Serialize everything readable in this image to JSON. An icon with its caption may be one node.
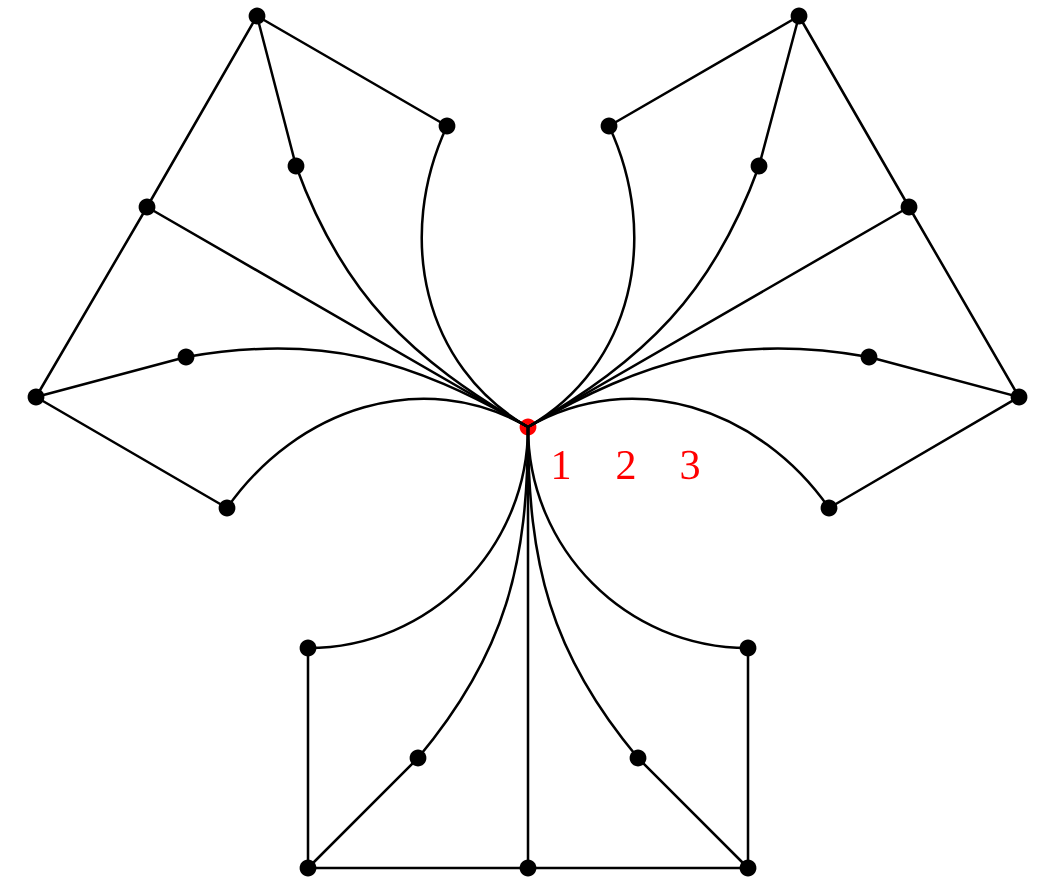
{
  "diagram": {
    "nodes": [
      {
        "text": [],
        "shape": "circle",
        "beside": [
          "1",
          "2",
          "3"
        ]
      },
      {
        "text": [],
        "shape": "circle"
      },
      {
        "text": [],
        "shape": "circle"
      },
      {
        "text": [],
        "shape": "circle"
      },
      {
        "text": [],
        "shape": "circle"
      },
      {
        "text": [],
        "shape": "circle"
      },
      {
        "text": [],
        "shape": "circle"
      },
      {
        "text": [],
        "shape": "circle"
      },
      {
        "text": [],
        "shape": "circle"
      },
      {
        "text": [],
        "shape": "circle"
      },
      {
        "text": [],
        "shape": "circle"
      },
      {
        "text": [],
        "shape": "circle"
      },
      {
        "text": [],
        "shape": "circle"
      },
      {
        "text": [],
        "shape": "circle"
      },
      {
        "text": [],
        "shape": "circle"
      },
      {
        "text": [],
        "shape": "circle"
      },
      {
        "text": [],
        "shape": "circle"
      },
      {
        "text": [],
        "shape": "circle"
      },
      {
        "text": [],
        "shape": "circle"
      },
      {
        "text": [],
        "shape": "circle"
      },
      {
        "text": [],
        "shape": "circle"
      },
      {
        "text": [],
        "shape": "circle"
      }
    ],
    "edges": [
      {
        "from": 1,
        "to": 2,
        "arrow": "none"
      },
      {
        "from": 1,
        "to": 3,
        "arrow": "none"
      },
      {
        "from": 1,
        "to": 4,
        "arrow": "none"
      },
      {
        "from": 4,
        "to": 6,
        "arrow": "none"
      },
      {
        "from": 6,
        "to": 5,
        "arrow": "none"
      },
      {
        "from": 6,
        "to": 7,
        "arrow": "none"
      },
      {
        "from": 0,
        "to": 2,
        "arrow": "none"
      },
      {
        "from": 0,
        "to": 3,
        "arrow": "none"
      },
      {
        "from": 0,
        "to": 4,
        "arrow": "none"
      },
      {
        "from": 0,
        "to": 5,
        "arrow": "none"
      },
      {
        "from": 0,
        "to": 7,
        "arrow": "none"
      },
      {
        "from": 8,
        "to": 9,
        "arrow": "none"
      },
      {
        "from": 8,
        "to": 10,
        "arrow": "none"
      },
      {
        "from": 8,
        "to": 11,
        "arrow": "none"
      },
      {
        "from": 11,
        "to": 13,
        "arrow": "none"
      },
      {
        "from": 13,
        "to": 12,
        "arrow": "none"
      },
      {
        "from": 13,
        "to": 14,
        "arrow": "none"
      },
      {
        "from": 0,
        "to": 9,
        "arrow": "none"
      },
      {
        "from": 0,
        "to": 10,
        "arrow": "none"
      },
      {
        "from": 0,
        "to": 11,
        "arrow": "none"
      },
      {
        "from": 0,
        "to": 12,
        "arrow": "none"
      },
      {
        "from": 0,
        "to": 14,
        "arrow": "none"
      },
      {
        "from": 15,
        "to": 17,
        "arrow": "none"
      },
      {
        "from": 17,
        "to": 16,
        "arrow": "none"
      },
      {
        "from": 17,
        "to": 18,
        "arrow": "none"
      },
      {
        "from": 18,
        "to": 21,
        "arrow": "none"
      },
      {
        "from": 21,
        "to": 19,
        "arrow": "none"
      },
      {
        "from": 20,
        "to": 21,
        "arrow": "none"
      },
      {
        "from": 0,
        "to": 15,
        "arrow": "none"
      },
      {
        "from": 0,
        "to": 16,
        "arrow": "none"
      },
      {
        "from": 0,
        "to": 18,
        "arrow": "none"
      },
      {
        "from": 0,
        "to": 19,
        "arrow": "none"
      },
      {
        "from": 0,
        "to": 20,
        "arrow": "none"
      }
    ]
  }
}
